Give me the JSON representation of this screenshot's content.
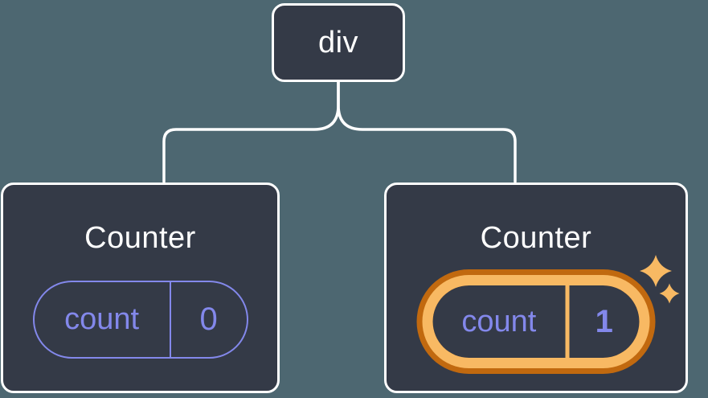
{
  "diagram": {
    "description": "React component tree: a div root with two Counter children; second Counter state updated",
    "root": {
      "label": "div"
    },
    "children": [
      {
        "title": "Counter",
        "state": {
          "key": "count",
          "value": "0"
        },
        "highlighted": false
      },
      {
        "title": "Counter",
        "state": {
          "key": "count",
          "value": "1"
        },
        "highlighted": true
      }
    ]
  },
  "icons": {
    "sparkles": "sparkles-icon (state just updated)"
  },
  "colors": {
    "background": "#4D6771",
    "node_fill": "#343A47",
    "node_border": "#FFFFFF",
    "connector": "#FFFFFF",
    "state_accent": "#8388EB",
    "highlight_light": "#F8B963",
    "highlight_dark": "#C1690F"
  }
}
